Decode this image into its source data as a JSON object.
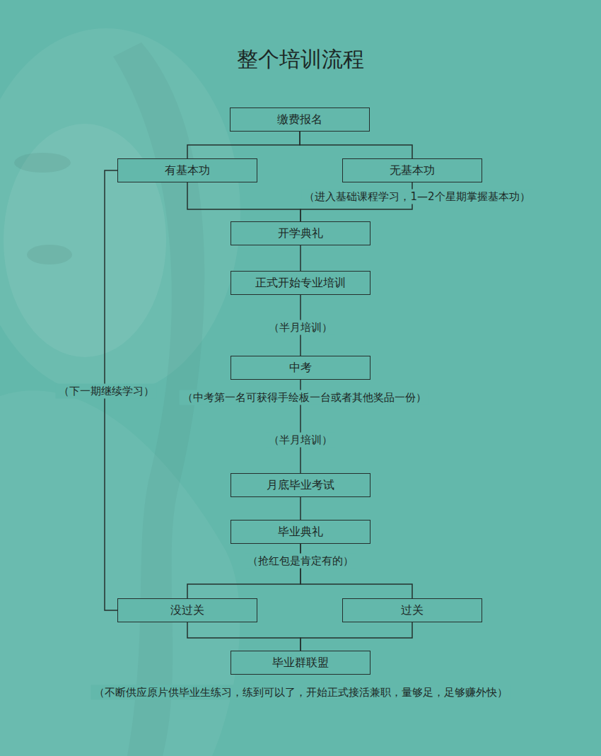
{
  "diagram": {
    "title": "整个培训流程",
    "nodes": [
      {
        "text": [
          "缴费报名"
        ]
      },
      {
        "text": [
          "有基本功"
        ]
      },
      {
        "text": [
          "无基本功"
        ]
      },
      {
        "text": [
          "开学典礼"
        ]
      },
      {
        "text": [
          "正式开始专业培训"
        ]
      },
      {
        "text": [
          "中考"
        ]
      },
      {
        "text": [
          "月底毕业考试"
        ]
      },
      {
        "text": [
          "毕业典礼"
        ]
      },
      {
        "text": [
          "没过关"
        ]
      },
      {
        "text": [
          "过关"
        ]
      },
      {
        "text": [
          "毕业群联盟"
        ]
      }
    ],
    "edges": [
      {
        "from": 0,
        "to": 1,
        "arrow": "none"
      },
      {
        "from": 0,
        "to": 2,
        "arrow": "none"
      },
      {
        "from": 1,
        "to": 3,
        "arrow": "none"
      },
      {
        "from": 2,
        "to": 3,
        "arrow": "none"
      },
      {
        "from": 3,
        "to": 4,
        "arrow": "none"
      },
      {
        "from": 4,
        "to": 5,
        "label": "（半月培训）",
        "arrow": "none"
      },
      {
        "from": 5,
        "to": 6,
        "label": "（半月培训）",
        "arrow": "none"
      },
      {
        "from": 6,
        "to": 7,
        "arrow": "none"
      },
      {
        "from": 7,
        "to": 8,
        "arrow": "none"
      },
      {
        "from": 7,
        "to": 9,
        "arrow": "none"
      },
      {
        "from": 8,
        "to": 1,
        "label": "（下一期继续学习）",
        "arrow": "none"
      },
      {
        "from": 8,
        "to": 10,
        "arrow": "none"
      },
      {
        "from": 9,
        "to": 10,
        "arrow": "none"
      }
    ],
    "labels": [
      "（进入基础课程学习，1—2个星期掌握基本功）",
      "（中考第一名可获得手绘板一台或者其他奖品一份）",
      "（抢红包是肯定有的）",
      "（不断供应原片供毕业生练习，练到可以了，开始正式接活兼职，量够足，足够赚外快）"
    ]
  }
}
